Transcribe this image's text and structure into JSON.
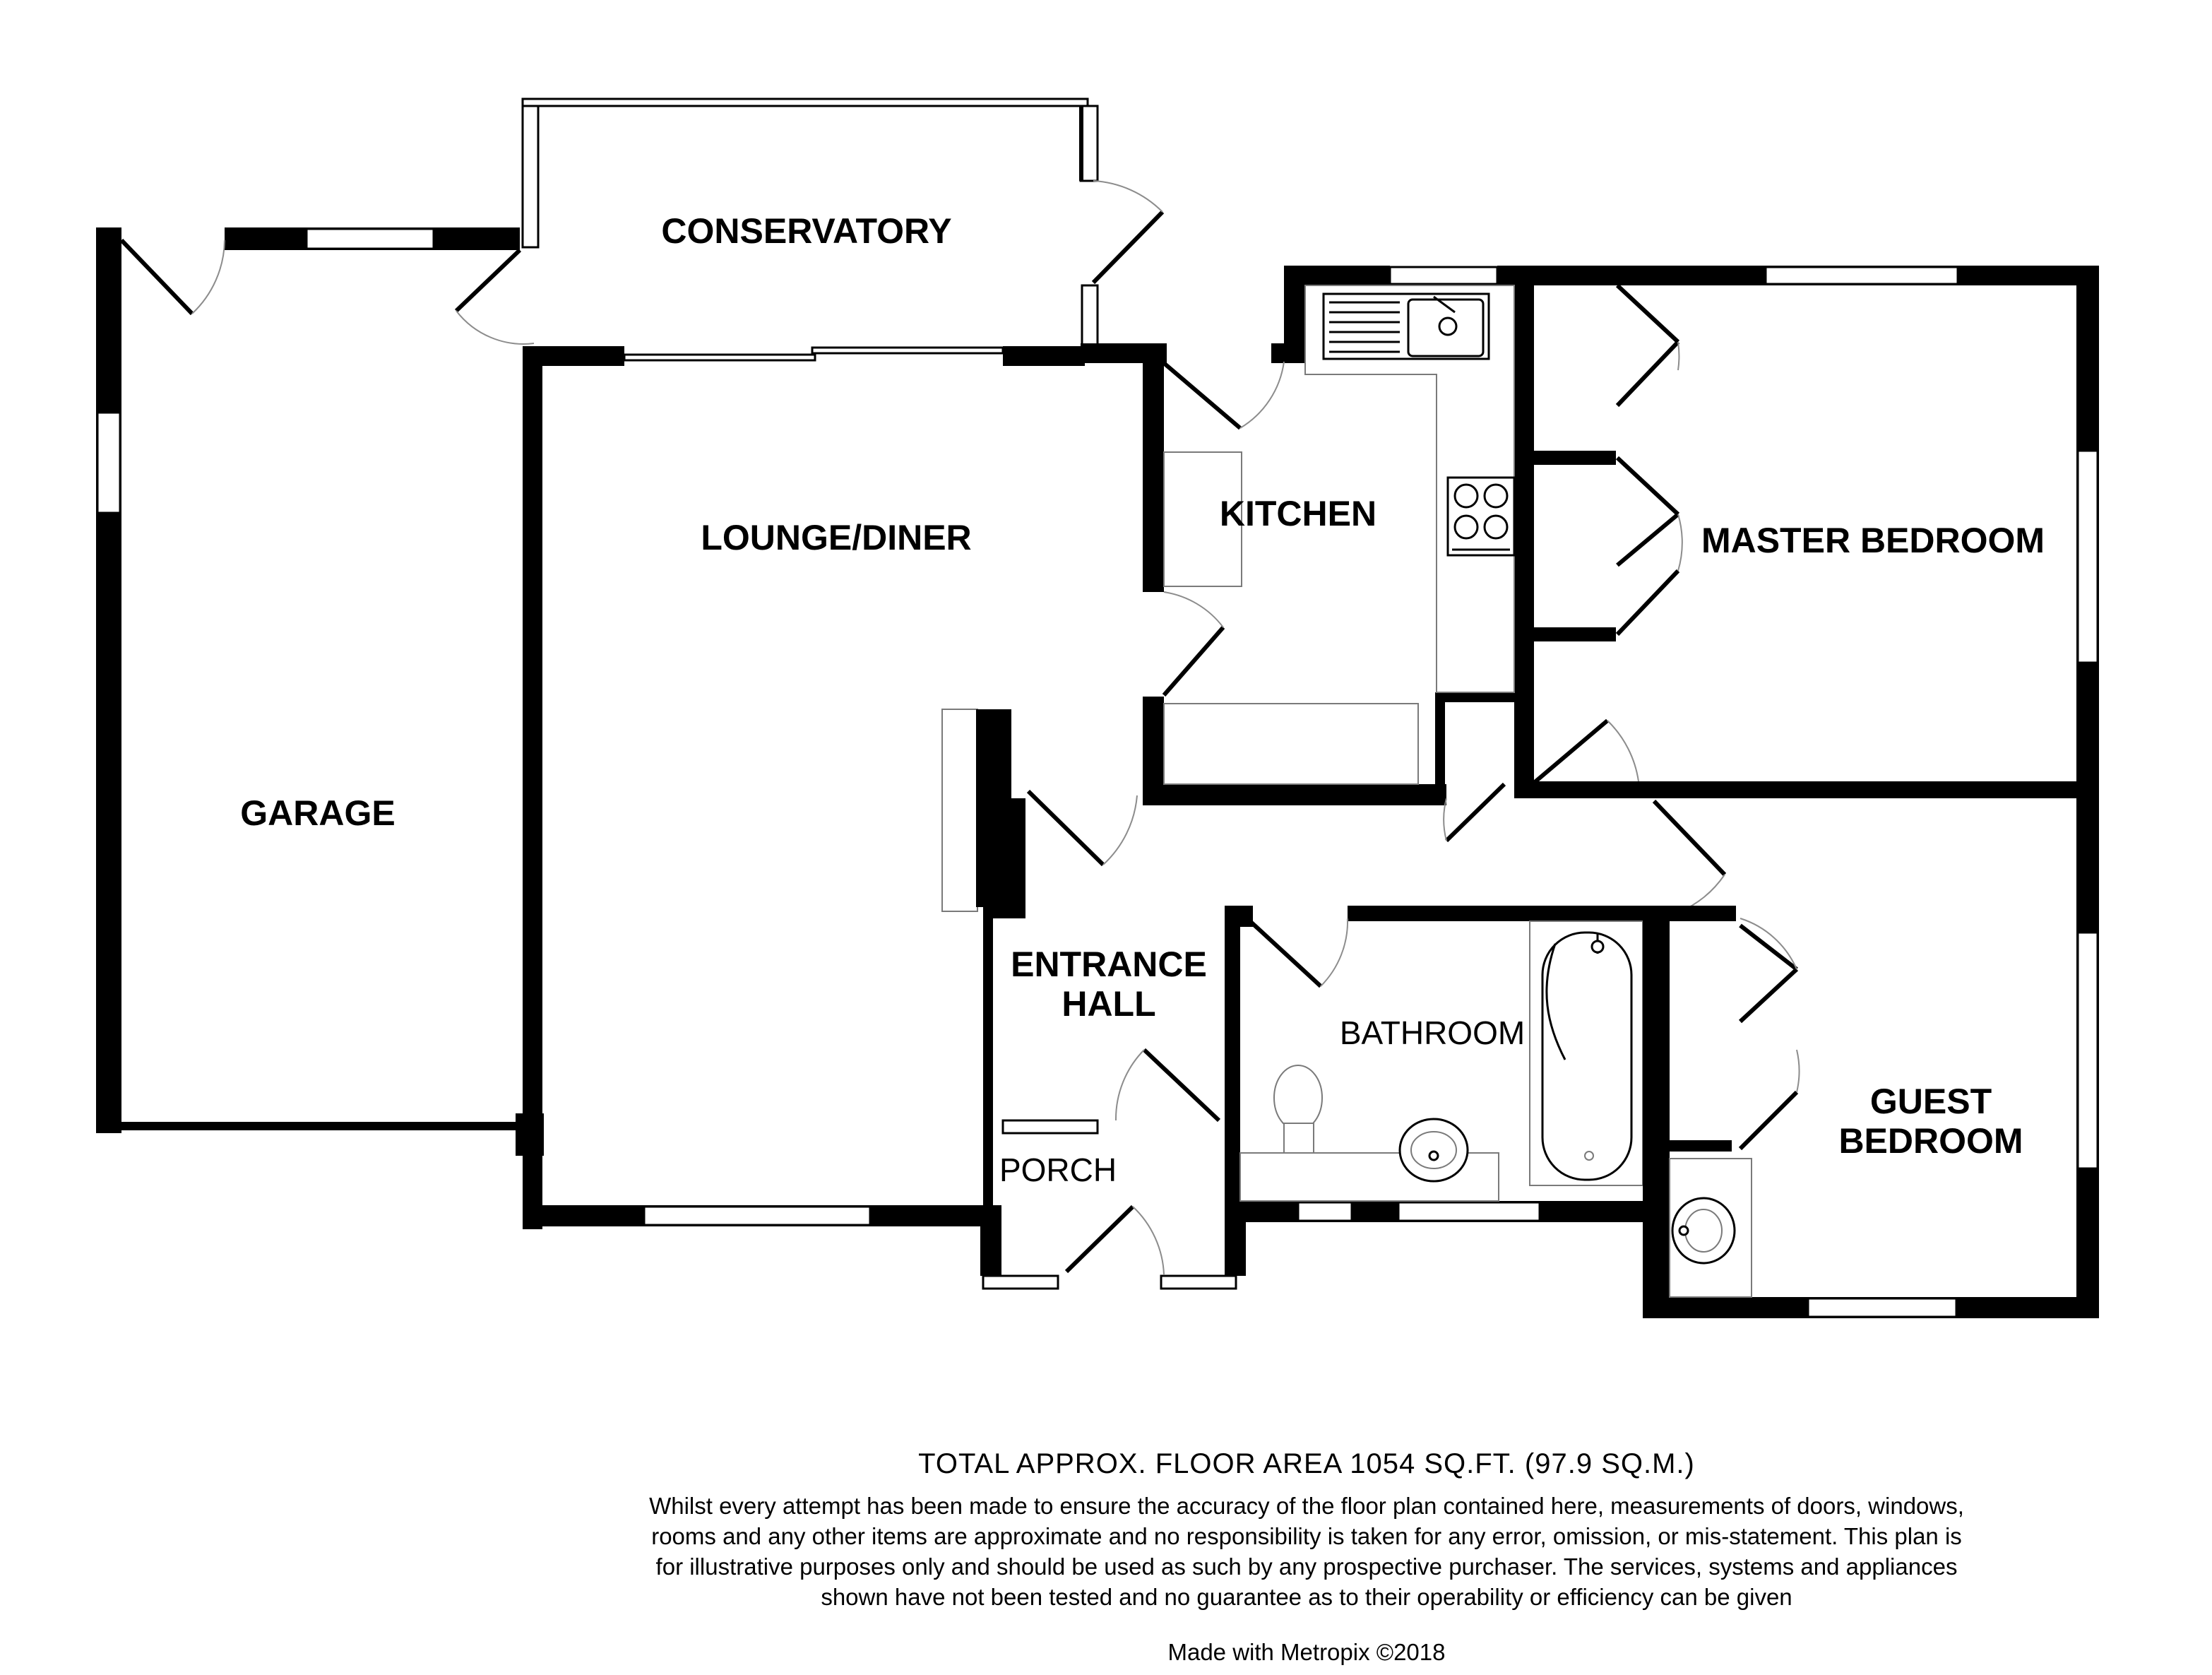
{
  "rooms": {
    "conservatory": "CONSERVATORY",
    "lounge_diner": "LOUNGE/DINER",
    "kitchen": "KITCHEN",
    "master_bedroom": "MASTER BEDROOM",
    "garage": "GARAGE",
    "entrance_hall_line1": "ENTRANCE",
    "entrance_hall_line2": "HALL",
    "bathroom": "BATHROOM",
    "porch": "PORCH",
    "guest_bedroom_line1": "GUEST",
    "guest_bedroom_line2": "BEDROOM"
  },
  "footer": {
    "total_area": "TOTAL APPROX. FLOOR AREA 1054 SQ.FT. (97.9 SQ.M.)",
    "disclaimer": "Whilst every attempt has been made to ensure the accuracy of the floor plan contained here, measurements of doors, windows, rooms and any other items are approximate and no responsibility is taken for any error, omission, or mis-statement. This plan is for illustrative purposes only and should be used as such by any prospective purchaser. The services, systems and appliances shown have not been tested and no guarantee as to their operability or efficiency can be given",
    "credit": "Made with Metropix ©2018"
  },
  "colors": {
    "wall": "#000000",
    "fixture_outline": "#7a7a7a",
    "background": "#ffffff"
  }
}
